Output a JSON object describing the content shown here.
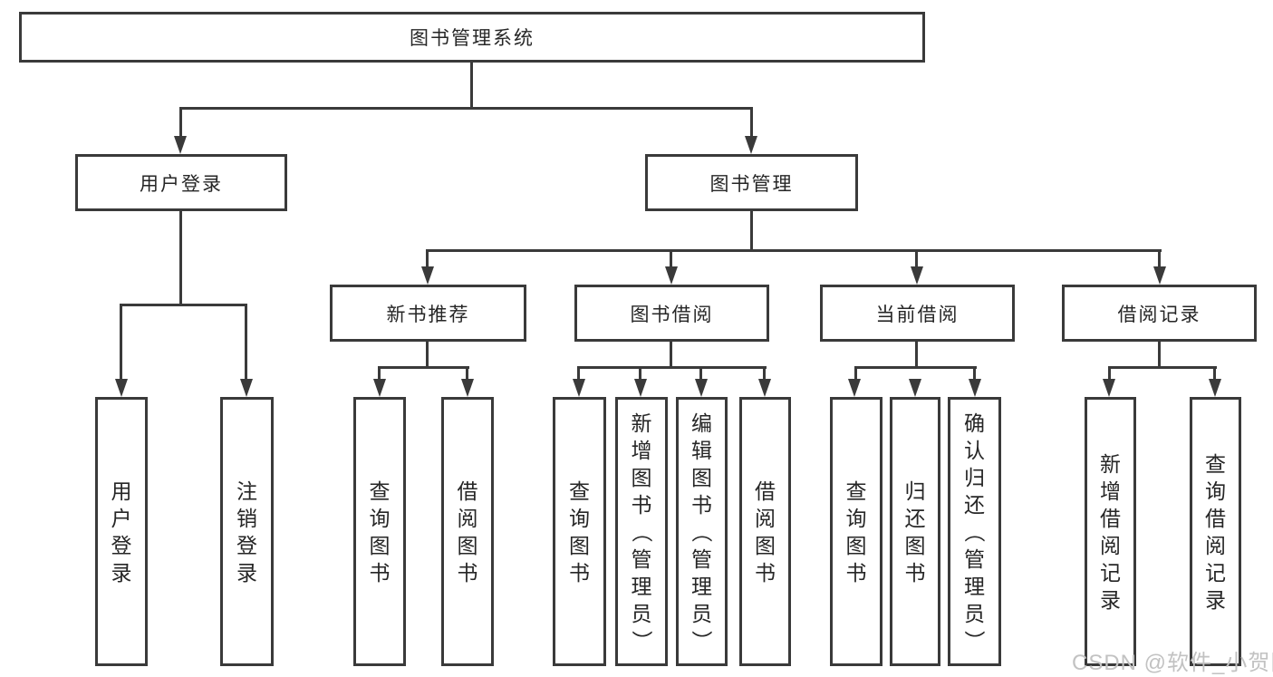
{
  "tree": {
    "root": {
      "label": "图书管理系统"
    },
    "branches": [
      {
        "label": "用户登录",
        "children": [
          "用户登录",
          "注销登录"
        ]
      },
      {
        "label": "图书管理",
        "sections": [
          {
            "label": "新书推荐",
            "children": [
              "查询图书",
              "借阅图书"
            ]
          },
          {
            "label": "图书借阅",
            "children": [
              "查询图书",
              "新增图书（管理员）",
              "编辑图书（管理员）",
              "借阅图书"
            ]
          },
          {
            "label": "当前借阅",
            "children": [
              "查询图书",
              "归还图书",
              "确认归还（管理员）"
            ]
          },
          {
            "label": "借阅记录",
            "children": [
              "新增借阅记录",
              "查询借阅记录"
            ]
          }
        ]
      }
    ]
  },
  "watermark": {
    "text": "CSDN @软件_小贺同学"
  },
  "colors": {
    "line": "#3a3a3a",
    "text": "#262626",
    "watermark": "#c2c2c2",
    "background": "#ffffff"
  }
}
